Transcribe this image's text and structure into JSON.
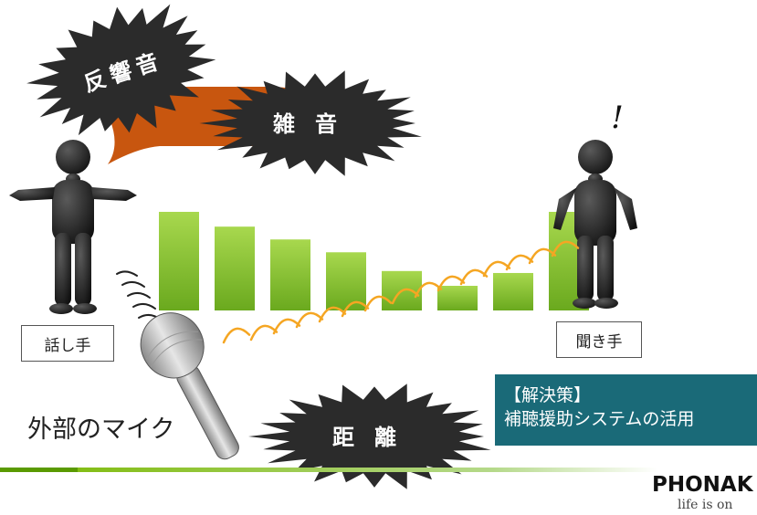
{
  "bursts": {
    "reverb": [
      "反",
      "響",
      "音"
    ],
    "noise": [
      "雑",
      "音"
    ],
    "distance": [
      "距",
      "離"
    ]
  },
  "speaker_label": "話し手",
  "listener_label": "聞き手",
  "exclamation": "!",
  "mic_caption": "外部のマイク",
  "solution": {
    "heading": "【解決策】",
    "text": "補聴援助システムの活用"
  },
  "brand": {
    "name": "PHONAK",
    "tagline": "life is on"
  },
  "colors": {
    "bar_green": "#8cc63f",
    "wave_orange": "#f5a623",
    "burst_dark": "#2b2b2b",
    "speech_bubble": "#c8560f",
    "solution_bg": "#1a6a78",
    "footer_green": "#7ab800"
  },
  "signal_levels": [
    1.0,
    0.85,
    0.72,
    0.59,
    0.4,
    0.25,
    0.38,
    1.0
  ]
}
